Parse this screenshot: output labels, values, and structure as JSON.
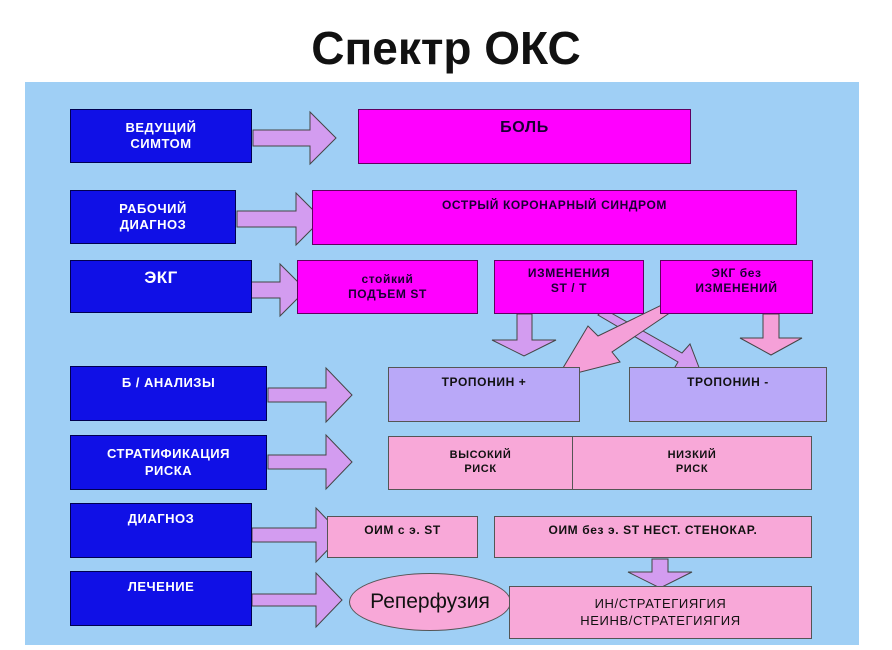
{
  "title": "Спектр ОКС",
  "rows": {
    "lead_symptom": "ВЕДУЩИЙ\nСИМТОМ",
    "working_dx": "РАБОЧИЙ\nДИАГНОЗ",
    "ecg": "ЭКГ",
    "labs": "Б / АНАЛИЗЫ",
    "risk": "СТРАТИФИКАЦИЯ\nРИСКА",
    "diagnosis": "ДИАГНОЗ",
    "treatment": "ЛЕЧЕНИЕ"
  },
  "boxes": {
    "pain": "БОЛЬ",
    "acs": "ОСТРЫЙ КОРОНАРНЫЙ СИНДРОМ",
    "st_elevation": "стойкий\nПОДЪЕМ  ST",
    "st_changes": "ИЗМЕНЕНИЯ\nST /  T",
    "ecg_normal": "ЭКГ  без\nИЗМЕНЕНИЙ",
    "troponin_pos": "ТРОПОНИН  +",
    "troponin_neg": "ТРОПОНИН  -",
    "high_risk": "ВЫСОКИЙ\nРИСК",
    "low_risk": "НИЗКИЙ\nРИСК",
    "stemi": "ОИМ с  э.  ST",
    "nstemi": "ОИМ без э. ST   НЕСТ. СТЕНОКАР.",
    "reperfusion": "Реперфузия",
    "strategy": "ИН/СТРАТЕГИЯГИЯ\nНЕИНВ/СТРАТЕГИЯГИЯ"
  },
  "colors": {
    "panel": "#9fcff5",
    "row_label": "#1010e6",
    "magenta": "#ff00ff",
    "lavender": "#b9a8f8",
    "pink": "#f8a8d8"
  }
}
